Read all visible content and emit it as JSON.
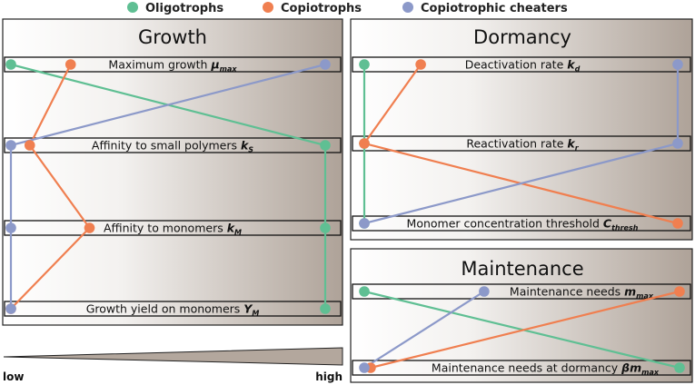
{
  "colors": {
    "oligotrophs": "#5fbf93",
    "copiotrophs": "#f07f50",
    "cheaters": "#8c99c9"
  },
  "legend": [
    {
      "key": "oligotrophs",
      "label": "Oligotrophs"
    },
    {
      "key": "copiotrophs",
      "label": "Copiotrophs"
    },
    {
      "key": "cheaters",
      "label": "Copiotrophic cheaters"
    }
  ],
  "scale": {
    "low": "low",
    "high": "high"
  },
  "panels": {
    "growth": {
      "title": "Growth",
      "rows": [
        {
          "text": "Maximum growth ",
          "symbol": "μ",
          "sub": "max",
          "levels": {
            "oligotrophs": 0.0,
            "copiotrophs": 0.19,
            "cheaters": 1.0
          }
        },
        {
          "text": "Affinity to small polymers ",
          "symbol": "k",
          "sub": "S",
          "levels": {
            "oligotrophs": 1.0,
            "copiotrophs": 0.06,
            "cheaters": 0.0
          }
        },
        {
          "text": "Affinity to monomers ",
          "symbol": "k",
          "sub": "M",
          "levels": {
            "oligotrophs": 1.0,
            "copiotrophs": 0.25,
            "cheaters": 0.0
          }
        },
        {
          "text": "Growth yield on monomers ",
          "symbol": "Y",
          "sub": "M",
          "levels": {
            "oligotrophs": 1.0,
            "copiotrophs": 0.0,
            "cheaters": 0.0
          }
        }
      ]
    },
    "dormancy": {
      "title": "Dormancy",
      "rows": [
        {
          "text": "Deactivation rate ",
          "symbol": "k",
          "sub": "d",
          "levels": {
            "oligotrophs": 0.0,
            "copiotrophs": 0.18,
            "cheaters": 1.0
          }
        },
        {
          "text": "Reactivation rate ",
          "symbol": "k",
          "sub": "r",
          "levels": {
            "oligotrophs": 0.0,
            "copiotrophs": 0.0,
            "cheaters": 1.0
          }
        },
        {
          "text": "Monomer concentration threshold ",
          "symbol": "C",
          "sub": "thresh",
          "levels": {
            "oligotrophs": 0.0,
            "copiotrophs": 1.0,
            "cheaters": 0.0
          }
        }
      ]
    },
    "maintenance": {
      "title": "Maintenance",
      "rows": [
        {
          "text": "Maintenance needs ",
          "symbol": "m",
          "sub": "max",
          "levels": {
            "oligotrophs": 0.0,
            "copiotrophs": 1.0,
            "cheaters": 0.38
          }
        },
        {
          "text": "Maintenance needs at dormancy ",
          "symbol": "βm",
          "sub": "max",
          "levels": {
            "oligotrophs": 1.0,
            "copiotrophs": 0.02,
            "cheaters": 0.0
          }
        }
      ]
    }
  }
}
